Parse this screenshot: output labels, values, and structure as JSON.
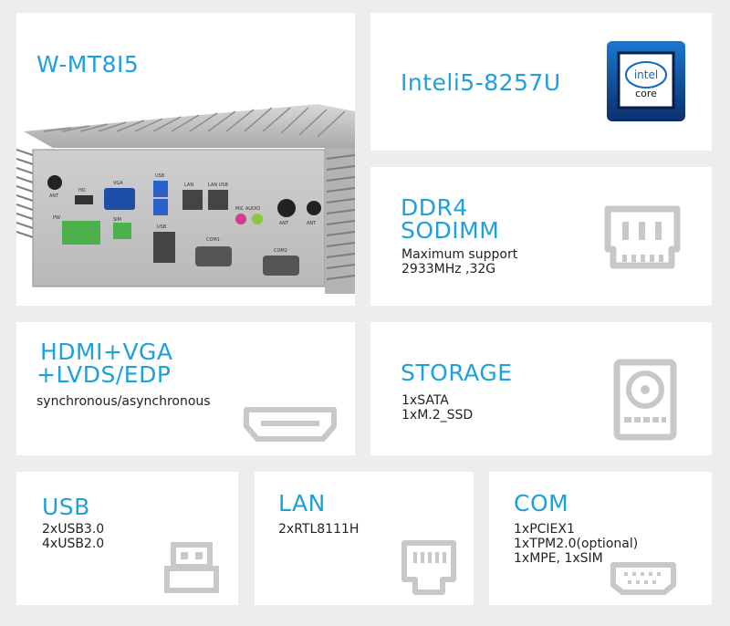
{
  "product": {
    "model": "W-MT8I5",
    "ports": [
      "ANT",
      "HD",
      "VGA",
      "USB",
      "LAN",
      "LAN USB",
      "MIC AUDIO",
      "ANT",
      "ANT",
      "PW",
      "SIM",
      "USB",
      "COM1",
      "COM2"
    ]
  },
  "cpu": {
    "title": "Inteli5-8257U",
    "badge_brand": "intel",
    "badge_line": "core"
  },
  "memory": {
    "title_lines": [
      "DDR4",
      "SODIMM"
    ],
    "desc": "Maximum support\n2933MHz ,32G",
    "icon": "ram-icon"
  },
  "video": {
    "title_lines": [
      "HDMI+VGA",
      "+LVDS/EDP"
    ],
    "desc": "synchronous/asynchronous",
    "icon": "hdmi-icon"
  },
  "storage": {
    "title": "STORAGE",
    "desc": "1xSATA\n1xM.2_SSD",
    "icon": "hard-drive-icon"
  },
  "usb": {
    "title": "USB",
    "desc": "2xUSB3.0\n4xUSB2.0",
    "icon": "usb-icon"
  },
  "lan": {
    "title": "LAN",
    "desc": "2xRTL8111H",
    "icon": "ethernet-icon"
  },
  "com": {
    "title": "COM",
    "desc": "1xPCIEX1\n1xTPM2.0(optional)\n1xMPE, 1xSIM",
    "icon": "serial-port-icon"
  },
  "colors": {
    "accent": "#1ea0dc",
    "background": "#ededed",
    "card": "#ffffff",
    "icon_gray": "#c8c8c8",
    "text": "#222222"
  }
}
